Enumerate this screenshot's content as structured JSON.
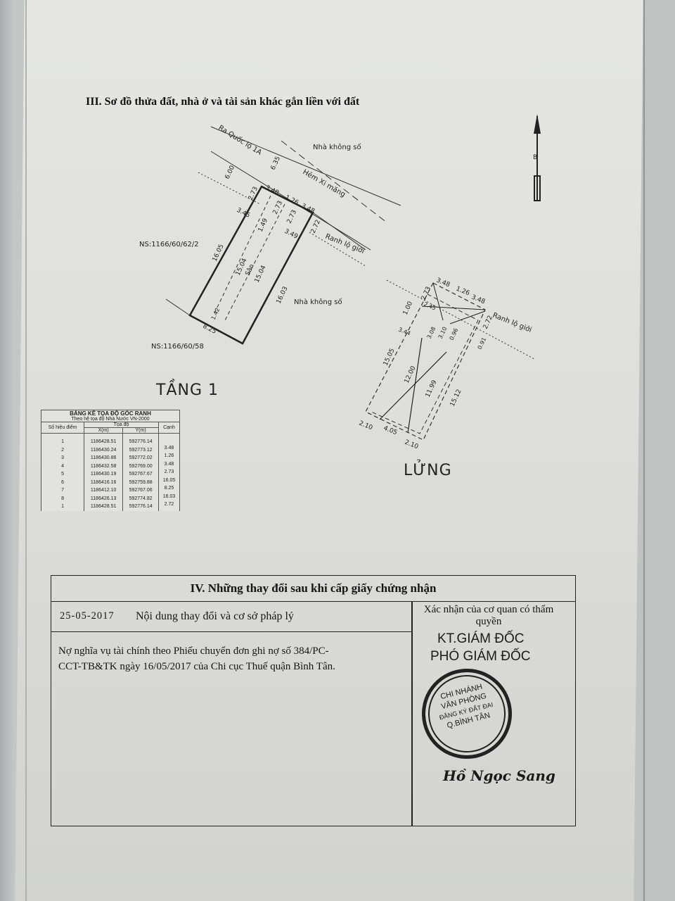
{
  "section3": {
    "title": "III. Sơ đồ thửa đất, nhà ở và tài sản khác gắn liền với đất",
    "plan": {
      "road_label": "Ra Quốc lộ 1A",
      "alley_label": "Hẻm Xi măng",
      "neighbor_top": "Nhà không số",
      "neighbor_right": "Nhà không số",
      "neighbor_left": "NS:1166/60/62/2",
      "neighbor_bottom": "NS:1166/60/58",
      "boundary_label": "Ranh lộ giới",
      "yard_label": "Sân",
      "dims": [
        "6.00",
        "6.35",
        "2.73",
        "3.48",
        "1.26",
        "3.48",
        "2.72",
        "2.73",
        "2.73",
        "3.45",
        "1.49",
        "3.49",
        "16.05",
        "15.04",
        "15.04",
        "16.03",
        "8.25",
        "1.42"
      ]
    },
    "floor1_label": "TẦNG 1",
    "mezzanine": {
      "label": "LỬNG",
      "boundary_label": "Ranh lộ giới",
      "dims": [
        "2.73",
        "3.48",
        "1.26",
        "3.48",
        "2.72",
        "1.00",
        "2.45",
        "3.44",
        "3.08",
        "3.10",
        "0.96",
        "0.91",
        "15.05",
        "12.00",
        "11.99",
        "15.12",
        "2.10",
        "4.05",
        "2.10"
      ]
    },
    "north_label": "B",
    "coord_table": {
      "title": "BẢNG KÊ TỌA ĐỘ GÓC RANH",
      "subtitle": "Theo hệ tọa độ Nhà Nước VN-2000",
      "col_point": "Số hiệu điểm",
      "col_coords": "Tọa độ",
      "col_x": "X(m)",
      "col_y": "Y(m)",
      "col_edge": "Cạnh",
      "points": [
        "1",
        "2",
        "3",
        "4",
        "5",
        "6",
        "7",
        "8",
        "1"
      ],
      "x": [
        "1186428.51",
        "1186430.24",
        "1186430.86",
        "1186432.58",
        "1186430.19",
        "1186416.16",
        "1186412.10",
        "1186426.13",
        "1186428.51"
      ],
      "y": [
        "592776.14",
        "592773.12",
        "592772.02",
        "592769.00",
        "592767.67",
        "592759.88",
        "592767.06",
        "592774.82",
        "592776.14"
      ],
      "edges": [
        "3.48",
        "1.26",
        "3.48",
        "2.73",
        "16.05",
        "8.25",
        "16.03",
        "2.72"
      ]
    }
  },
  "section4": {
    "title": "IV. Những thay đổi sau khi cấp giấy chứng nhận",
    "date": "25-05-2017",
    "content_header": "Nội dung thay đổi và cơ sở pháp lý",
    "confirm_header": "Xác nhận của cơ quan có thẩm quyền",
    "content_line1": "Nợ nghĩa vụ tài chính theo Phiếu chuyển đơn ghi nợ số 384/PC-",
    "content_line2": "CCT-TB&TK ngày 16/05/2017 của Chi cục Thuế quận Bình Tân.",
    "signer_title1": "KT.GIÁM ĐỐC",
    "signer_title2": "PHÓ GIÁM ĐỐC",
    "stamp": [
      "CHI NHÁNH",
      "VĂN PHÒNG",
      "ĐĂNG KÝ ĐẤT ĐAI",
      "Q.BÌNH TÂN"
    ],
    "signer_name": "Hồ Ngọc Sang"
  }
}
